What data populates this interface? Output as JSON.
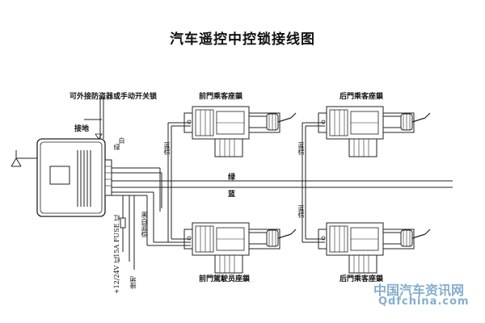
{
  "title": "汽车遥控中控锁接线图",
  "labels": {
    "alarm_note": "可外接防盗器或手动开关锁",
    "ground_top": "接地",
    "wire_lu": "绿",
    "wire_bai": "白",
    "front_passenger": "前門乘客座鎖",
    "rear_passenger_top": "后門乘客座鎖",
    "front_driver": "前門駕駛员座鎖",
    "rear_passenger_bottom": "后門乘客座鎖",
    "mid_lan_zong": "蓝棕",
    "right_lan_zong_top": "蓝棕",
    "right_lan_zong_bottom": "蓝棕",
    "lower_left_stack": "黑白蓝棕",
    "bus_green": "绿",
    "bus_blue": "蓝",
    "fuse": "15A FUSE 红",
    "power": "+12/24V 红",
    "ground_bottom": "接地"
  },
  "watermark": {
    "cn": "中国汽车资讯网",
    "en": "Qdfchina.com"
  },
  "colors": {
    "line": "#222222",
    "watermark": "#1e6aa8"
  }
}
